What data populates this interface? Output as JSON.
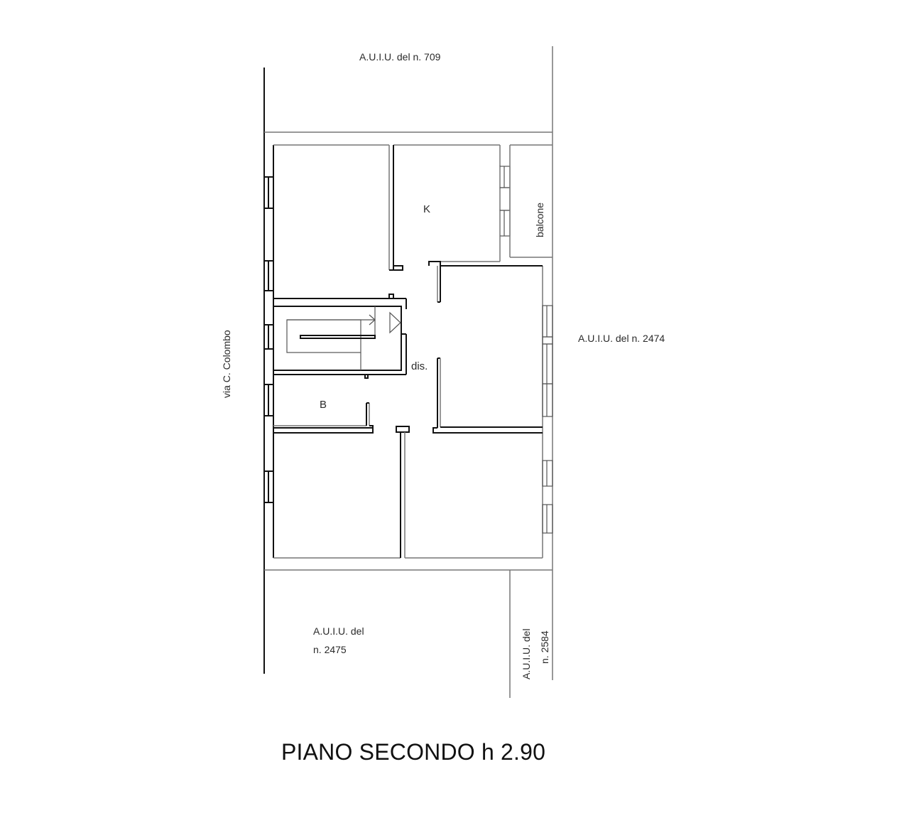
{
  "plan": {
    "title": "PIANO SECONDO h 2.90",
    "street": "via C. Colombo",
    "neighbors": {
      "north": "A.U.I.U. del n. 709",
      "east": "A.U.I.U. del n. 2474",
      "south_west_line1": "A.U.I.U. del",
      "south_west_line2": "n. 2475",
      "south_east_line1": "A.U.I.U. del",
      "south_east_line2": "n. 2584"
    },
    "rooms": {
      "kitchen": "K",
      "balcony": "balcone",
      "hallway": "dis.",
      "bathroom": "B"
    },
    "colors": {
      "wall": "#111111",
      "light_line": "#777777",
      "background": "#ffffff"
    }
  }
}
